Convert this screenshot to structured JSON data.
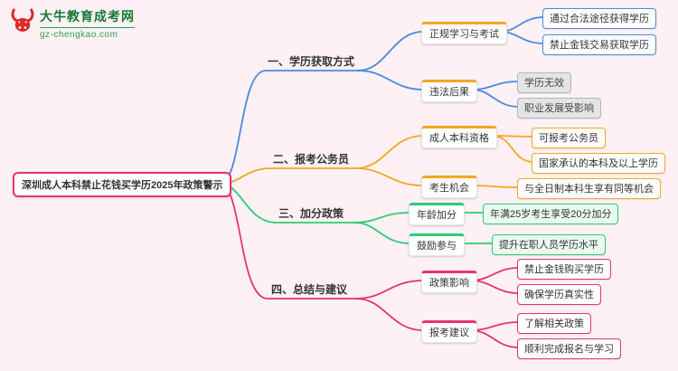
{
  "site": {
    "logo_title": "大牛教育成考网",
    "logo_domain": "gz-chengkao.com",
    "logo_icon": "bull-icon"
  },
  "colors": {
    "background": "#fdf1f5",
    "branch1_blue": "#4a89dc",
    "branch2_orange": "#f5a623",
    "branch3_green": "#2ecc71",
    "branch4_pink": "#e8336d",
    "logo_green": "#157a33",
    "logo_red": "#d92b2b",
    "gray_leaf": "#e4e4e4"
  },
  "root": {
    "label": "深圳成人本科禁止花钱买学历2025年政策警示"
  },
  "branches": [
    {
      "label": "一、学历获取方式",
      "children": [
        {
          "label": "正规学习与考试",
          "children": [
            {
              "label": "通过合法途径获得学历"
            },
            {
              "label": "禁止金钱交易获取学历"
            }
          ]
        },
        {
          "label": "违法后果",
          "children": [
            {
              "label": "学历无效"
            },
            {
              "label": "职业发展受影响"
            }
          ]
        }
      ]
    },
    {
      "label": "二、报考公务员",
      "children": [
        {
          "label": "成人本科资格",
          "children": [
            {
              "label": "可报考公务员"
            },
            {
              "label": "国家承认的本科及以上学历"
            }
          ]
        },
        {
          "label": "考生机会",
          "children": [
            {
              "label": "与全日制本科生享有同等机会"
            }
          ]
        }
      ]
    },
    {
      "label": "三、加分政策",
      "children": [
        {
          "label": "年龄加分",
          "children": [
            {
              "label": "年满25岁考生享受20分加分"
            }
          ]
        },
        {
          "label": "鼓励参与",
          "children": [
            {
              "label": "提升在职人员学历水平"
            }
          ]
        }
      ]
    },
    {
      "label": "四、总结与建议",
      "children": [
        {
          "label": "政策影响",
          "children": [
            {
              "label": "禁止金钱购买学历"
            },
            {
              "label": "确保学历真实性"
            }
          ]
        },
        {
          "label": "报考建议",
          "children": [
            {
              "label": "了解相关政策"
            },
            {
              "label": "顺利完成报名与学习"
            }
          ]
        }
      ]
    }
  ]
}
